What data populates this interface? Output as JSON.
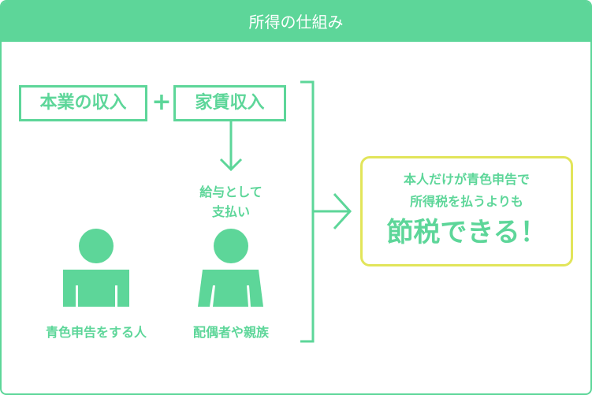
{
  "title": "所得の仕組み",
  "income": {
    "main": "本業の収入",
    "plus": "+",
    "rent": "家賃収入"
  },
  "payment_label": [
    "給与として",
    "支払い"
  ],
  "people": [
    {
      "label": "青色申告をする人"
    },
    {
      "label": "配偶者や親族"
    }
  ],
  "result": {
    "line1": "本人だけが青色申告で",
    "line2": "所得税を払うよりも",
    "headline": "節税できる！"
  },
  "colors": {
    "green": "#5dd699",
    "yellow": "#e2e55a"
  }
}
